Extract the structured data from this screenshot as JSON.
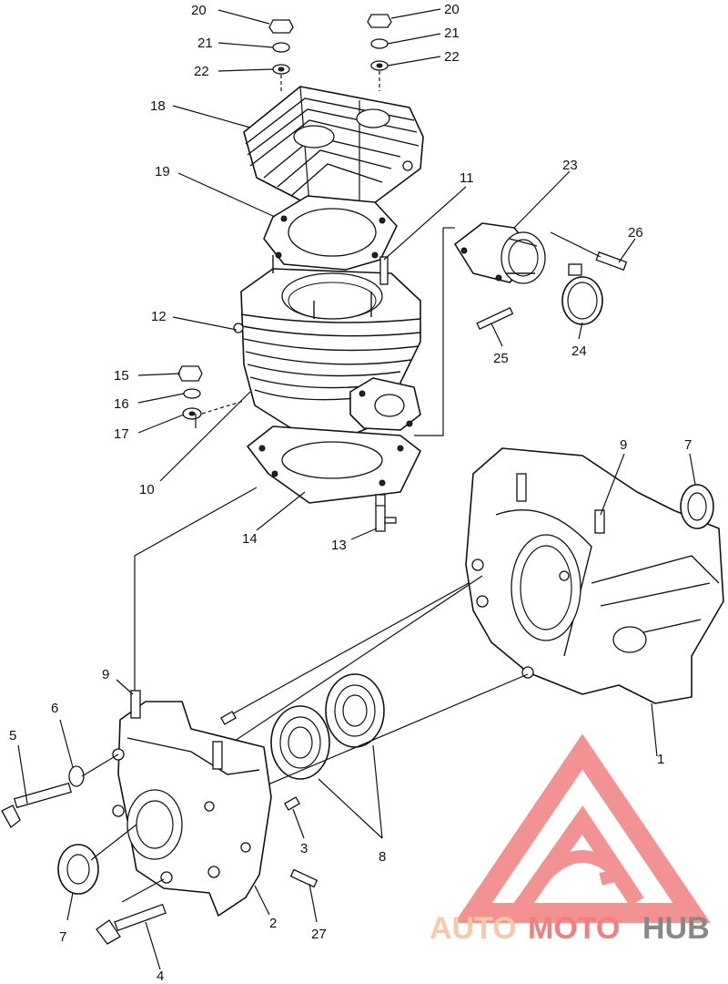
{
  "callouts": [
    {
      "id": "c20a",
      "text": "20"
    },
    {
      "id": "c21a",
      "text": "21"
    },
    {
      "id": "c22a",
      "text": "22"
    },
    {
      "id": "c20b",
      "text": "20"
    },
    {
      "id": "c21b",
      "text": "21"
    },
    {
      "id": "c22b",
      "text": "22"
    },
    {
      "id": "c18",
      "text": "18"
    },
    {
      "id": "c19",
      "text": "19"
    },
    {
      "id": "c11",
      "text": "11"
    },
    {
      "id": "c23",
      "text": "23"
    },
    {
      "id": "c26",
      "text": "26"
    },
    {
      "id": "c12",
      "text": "12"
    },
    {
      "id": "c25",
      "text": "25"
    },
    {
      "id": "c24",
      "text": "24"
    },
    {
      "id": "c15",
      "text": "15"
    },
    {
      "id": "c16",
      "text": "16"
    },
    {
      "id": "c17",
      "text": "17"
    },
    {
      "id": "c10",
      "text": "10"
    },
    {
      "id": "c9a",
      "text": "9"
    },
    {
      "id": "c7a",
      "text": "7"
    },
    {
      "id": "c14",
      "text": "14"
    },
    {
      "id": "c13",
      "text": "13"
    },
    {
      "id": "c9b",
      "text": "9"
    },
    {
      "id": "c6",
      "text": "6"
    },
    {
      "id": "c5",
      "text": "5"
    },
    {
      "id": "c1",
      "text": "1"
    },
    {
      "id": "c3",
      "text": "3"
    },
    {
      "id": "c8",
      "text": "8"
    },
    {
      "id": "c7b",
      "text": "7"
    },
    {
      "id": "c2",
      "text": "2"
    },
    {
      "id": "c27",
      "text": "27"
    },
    {
      "id": "c4",
      "text": "4"
    }
  ],
  "watermark": {
    "part1": "AUTO",
    "part2": "MOTO",
    "part3": "HUB",
    "color_light": "#f7c9a8",
    "color_main": "#f08080",
    "color_dark": "#888888"
  }
}
